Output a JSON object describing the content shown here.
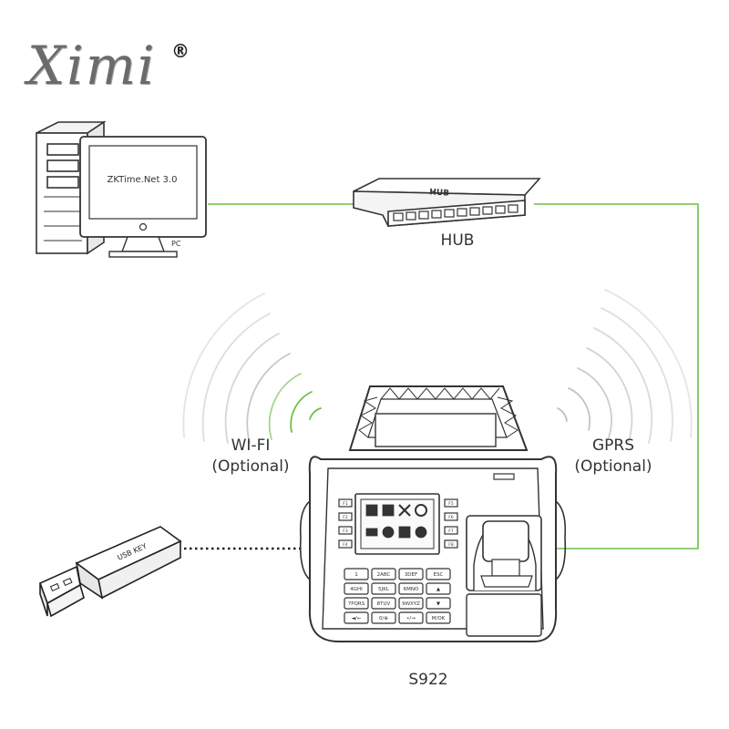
{
  "brand": {
    "name": "Ximi",
    "mark": "®"
  },
  "pc": {
    "screen_text": "ZKTime.Net 3.0",
    "label": "PC"
  },
  "hub": {
    "label": "HUB",
    "body_text": "HUB"
  },
  "wifi": {
    "line1": "WI-FI",
    "line2": "(Optional)"
  },
  "gprs": {
    "line1": "GPRS",
    "line2": "(Optional)"
  },
  "usb": {
    "body_text": "USB KEY"
  },
  "device": {
    "model": "S922",
    "side_keys_left": [
      "F1",
      "F2",
      "F3",
      "F4"
    ],
    "side_keys_right": [
      "F5",
      "F6",
      "F7",
      "F8"
    ],
    "keypad": [
      "1",
      "2ABC",
      "3DEF",
      "ESC",
      "4GHI",
      "5JKL",
      "6MNO",
      "▲",
      "7PQRS",
      "8TUV",
      "9WXYZ",
      "▼",
      "◄/←",
      "0/⊕",
      "•/→",
      "M/OK"
    ]
  },
  "colors": {
    "link_green": "#6cc04a",
    "outline": "#333333",
    "usb_dotted": "#222222",
    "wave_grey": "#c8c8c8"
  }
}
